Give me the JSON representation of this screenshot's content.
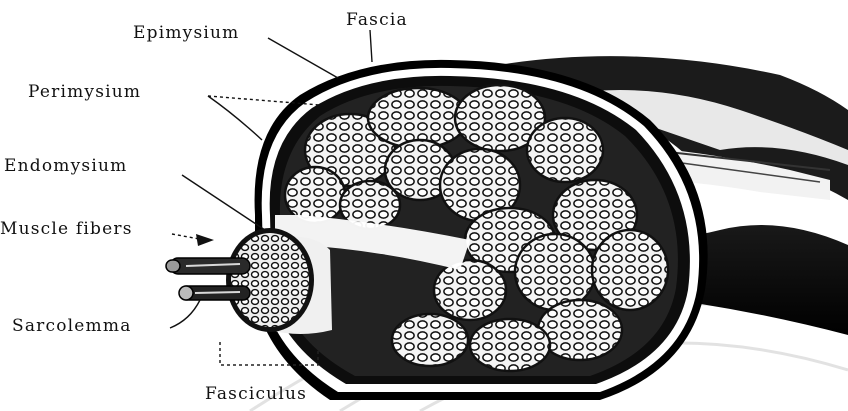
{
  "labels": {
    "epimysium": "Epimysium",
    "fascia": "Fascia",
    "perimysium": "Perimysium",
    "endomysium": "Endomysium",
    "muscle_fibers": "Muscle fibers",
    "sarcolemma": "Sarcolemma",
    "fasciculus": "Fasciculus"
  },
  "colors": {
    "ink": "#111111",
    "fascicle_fill": "#f4f4f4",
    "tissue_dark": "#0a0a0a",
    "watermark": "#d0d0d0"
  }
}
